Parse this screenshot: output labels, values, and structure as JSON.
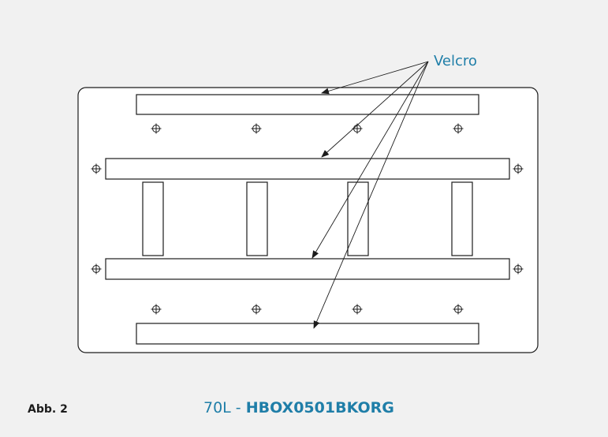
{
  "diagram": {
    "callout_label": "Velcro",
    "callout_count": 4,
    "horizontal_strips": 4,
    "vertical_strips": 4,
    "mounting_holes": 12
  },
  "caption": {
    "figure_label": "Abb. 2",
    "volume": "70L",
    "separator": " - ",
    "sku": "HBOX0501BKORG"
  },
  "colors": {
    "background": "#f1f1f1",
    "outline": "#1c1c1c",
    "accent": "#1f7ea8"
  }
}
